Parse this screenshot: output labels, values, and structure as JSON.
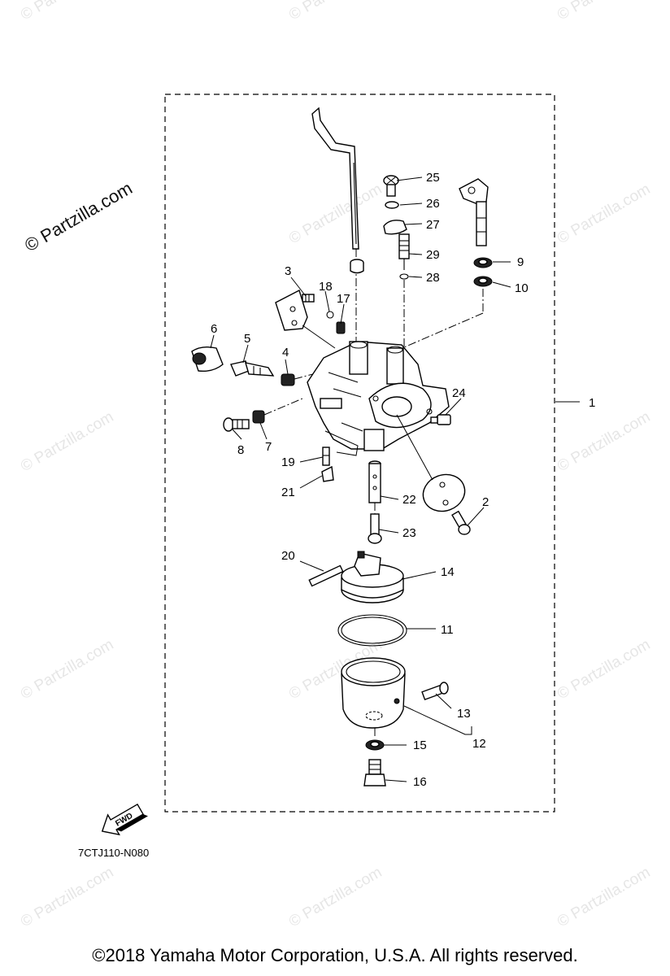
{
  "watermark": "© Partzilla.com",
  "diagram_code": "7CTJ110-N080",
  "fwd_label": "FWD",
  "copyright": "©2018  Yamaha Motor Corporation, U.S.A. All rights reserved.",
  "callouts": [
    "1",
    "2",
    "3",
    "4",
    "5",
    "6",
    "7",
    "8",
    "9",
    "10",
    "11",
    "12",
    "13",
    "14",
    "15",
    "16",
    "17",
    "18",
    "19",
    "20",
    "21",
    "22",
    "23",
    "24",
    "25",
    "26",
    "27",
    "28",
    "29"
  ]
}
